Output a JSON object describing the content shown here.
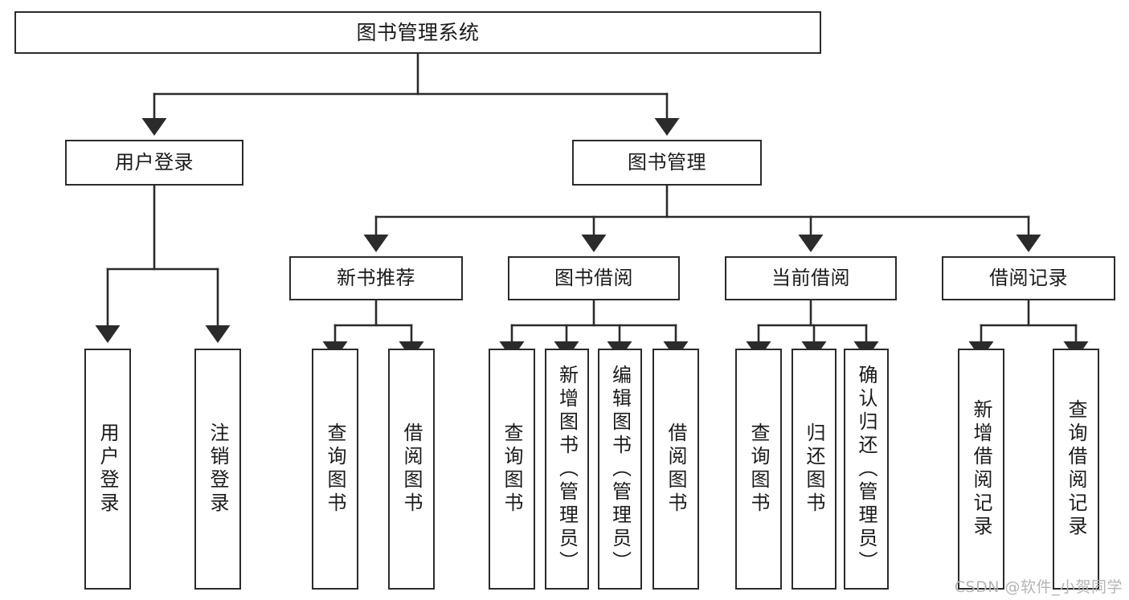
{
  "diagram": {
    "title": "图书管理系统",
    "type": "tree",
    "watermark": "CSDN @软件_小贺同学",
    "colors": {
      "stroke": "#2b2b2b",
      "fill": "#ffffff",
      "text": "#1a1a1a",
      "watermark": "#b4b4b4"
    },
    "nodes": {
      "root": {
        "label": "图书管理系统",
        "level": 1
      },
      "level2": [
        {
          "id": "user-login",
          "label": "用户登录"
        },
        {
          "id": "book-manage",
          "label": "图书管理"
        }
      ],
      "level3": [
        {
          "id": "new-book-recommend",
          "label": "新书推荐"
        },
        {
          "id": "book-borrow",
          "label": "图书借阅"
        },
        {
          "id": "current-borrow",
          "label": "当前借阅"
        },
        {
          "id": "borrow-record",
          "label": "借阅记录"
        }
      ],
      "leaves": [
        {
          "id": "leaf-user-login",
          "label": "用户登录",
          "parent": "user-login"
        },
        {
          "id": "leaf-logout-login",
          "label": "注销登录",
          "parent": "user-login"
        },
        {
          "id": "leaf-query-book-1",
          "label": "查询图书",
          "parent": "new-book-recommend"
        },
        {
          "id": "leaf-borrow-book-1",
          "label": "借阅图书",
          "parent": "new-book-recommend"
        },
        {
          "id": "leaf-query-book-2",
          "label": "查询图书",
          "parent": "book-borrow"
        },
        {
          "id": "leaf-add-book",
          "label": "新增图书（管理员）",
          "parent": "book-borrow"
        },
        {
          "id": "leaf-edit-book",
          "label": "编辑图书（管理员）",
          "parent": "book-borrow"
        },
        {
          "id": "leaf-borrow-book-2",
          "label": "借阅图书",
          "parent": "book-borrow"
        },
        {
          "id": "leaf-query-book-3",
          "label": "查询图书",
          "parent": "current-borrow"
        },
        {
          "id": "leaf-return-book",
          "label": "归还图书",
          "parent": "current-borrow"
        },
        {
          "id": "leaf-confirm-return",
          "label": "确认归还（管理员）",
          "parent": "current-borrow"
        },
        {
          "id": "leaf-add-record",
          "label": "新增借阅记录",
          "parent": "borrow-record"
        },
        {
          "id": "leaf-query-record",
          "label": "查询借阅记录",
          "parent": "borrow-record"
        }
      ]
    }
  }
}
